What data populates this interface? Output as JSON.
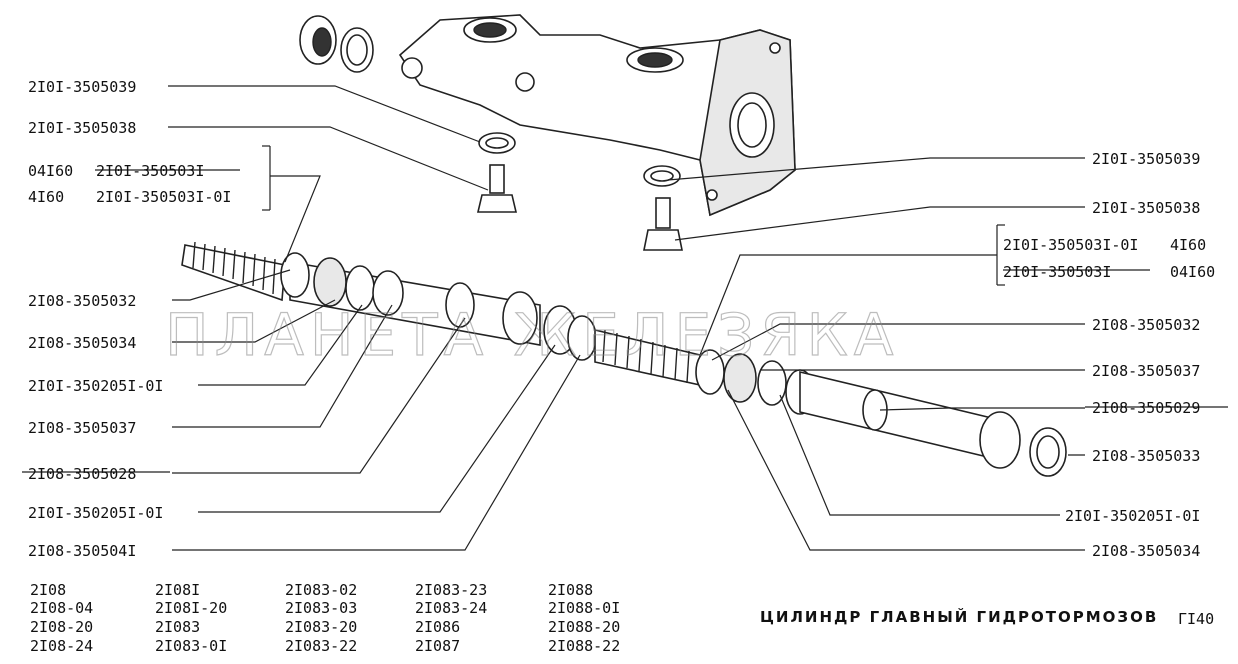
{
  "callouts": {
    "top_left_seal": "2I0I-3505039",
    "top_left_plug": "2I0I-3505038",
    "left_cyl_a_code": "04I60",
    "left_cyl_a_num": "2I0I-350503I",
    "left_cyl_b_code": "4I60",
    "left_cyl_b_num": "2I0I-350503I-0I",
    "right_seal": "2I0I-3505039",
    "right_plug": "2I0I-3505038",
    "right_cyl_a_num": "2I0I-350503I-0I",
    "right_cyl_a_code": "4I60",
    "right_cyl_b_num": "2I0I-350503I",
    "right_cyl_b_code": "04I60",
    "left_1": "2I08-3505032",
    "left_2": "2I08-3505034",
    "left_3": "2I0I-350205I-0I",
    "left_4": "2I08-3505037",
    "left_5": "2I08-3505028",
    "left_6": "2I0I-350205I-0I",
    "left_7": "2I08-350504I",
    "right_1": "2I08-3505032",
    "right_2": "2I08-3505037",
    "right_3": "2I08-3505029",
    "right_4": "2I08-3505033",
    "right_5": "2I0I-350205I-0I",
    "right_6": "2I08-3505034"
  },
  "models": {
    "col1": [
      "2I08",
      "2I08-04",
      "2I08-20",
      "2I08-24"
    ],
    "col2": [
      "2I08I",
      "2I08I-20",
      "2I083",
      "2I083-0I"
    ],
    "col3": [
      "2I083-02",
      "2I083-03",
      "2I083-20",
      "2I083-22"
    ],
    "col4": [
      "2I083-23",
      "2I083-24",
      "2I086",
      "2I087"
    ],
    "col5": [
      "2I088",
      "2I088-0I",
      "2I088-20",
      "2I088-22"
    ]
  },
  "title": "ЦИЛИНДР ГЛАВНЫЙ ГИДРОТОРМОЗОВ",
  "page_code": "ГI40",
  "watermark": "ПЛАНЕТА ЖЕЛЕЗЯКА"
}
